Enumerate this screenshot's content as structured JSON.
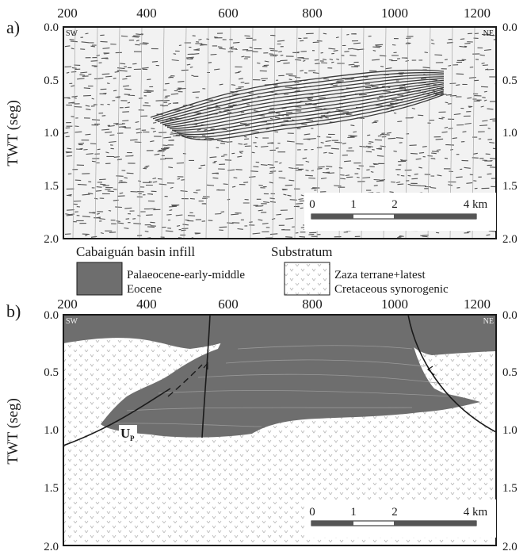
{
  "panel_a": {
    "letter": "a)",
    "corner_left": "SW",
    "corner_right": "NE",
    "x_ticks": [
      "200",
      "400",
      "600",
      "800",
      "1000",
      "1200"
    ],
    "y_ticks": [
      "0.0",
      "0.5",
      "1.0",
      "1.5",
      "2.0"
    ],
    "y_title": "TWT (seg)",
    "scale_bar": {
      "labels": [
        "0",
        "1",
        "2",
        "4 km"
      ]
    },
    "below_labels": {
      "left": "Cabaiguán basin infill",
      "right": "Substratum"
    }
  },
  "legend": {
    "items": [
      {
        "line1": "Palaeocene-early-middle",
        "line2": "Eocene",
        "fill": "#6e6e6e"
      },
      {
        "line1": "Zaza terrane+latest",
        "line2": "Cretaceous synorogenic",
        "fill": "#ffffff"
      }
    ]
  },
  "panel_b": {
    "letter": "b)",
    "corner_left": "SW",
    "corner_right": "NE",
    "x_ticks": [
      "200",
      "400",
      "600",
      "800",
      "1000",
      "1200"
    ],
    "y_ticks": [
      "0.0",
      "0.5",
      "1.0",
      "1.5",
      "2.0"
    ],
    "y_title": "TWT (seg)",
    "unit_label": "U",
    "unit_sub": "P",
    "scale_bar": {
      "labels": [
        "0",
        "1",
        "2",
        "4 km"
      ]
    }
  },
  "colors": {
    "basin_fill": "#6e6e6e",
    "pattern_mark": "#b8b8b8",
    "line": "#1a1a1a"
  }
}
